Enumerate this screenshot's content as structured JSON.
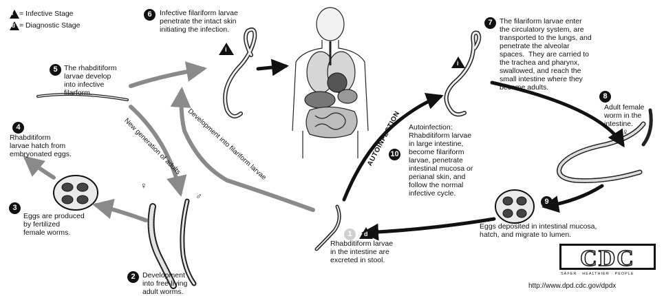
{
  "legend": {
    "infective_symbol": "i",
    "infective_label": "= Infective Stage",
    "diagnostic_symbol": "d",
    "diagnostic_label": "= Diagnostic Stage"
  },
  "steps": {
    "s1": {
      "number": "1",
      "text": "Rhabditiform larvae\nin the intestine are\nexcreted in stool."
    },
    "s2": {
      "number": "2",
      "text": "Development\ninto free-living\nadult worms."
    },
    "s3": {
      "number": "3",
      "text": "Eggs are produced\nby fertilized\nfemale worms."
    },
    "s4": {
      "number": "4",
      "text": "Rhabditiform\nlarvae hatch from\nembryonated eggs."
    },
    "s5": {
      "number": "5",
      "text": "The rhabditiform\nlarvae develop\ninto infective\nfilarform."
    },
    "s6": {
      "number": "6",
      "text": "Infective filariform larvae\npenetrate the intact skin\ninitiating the infection."
    },
    "s7": {
      "number": "7",
      "text": "The filariform larvae enter\nthe circulatory system, are\ntransported to the lungs, and\npenetrate the alveolar\nspaces.  They are carried to\nthe trachea and pharynx,\nswallowed, and reach the\nsmall intestine where they\nbecome adults."
    },
    "s8": {
      "number": "8",
      "text": "Adult female\nworm in the\nintestine."
    },
    "s9": {
      "number": "9",
      "text": "Eggs deposited in intestinal mucosa,\nhatch, and migrate to lumen."
    },
    "s10": {
      "number": "10",
      "text": "Autoinfection:\nRhabditiform larvae\nin large intestine,\nbecome filariform\nlarvae, penetrate\nintestinal mucosa or\nperianal skin, and\nfollow the normal\ninfective cycle."
    }
  },
  "arrow_labels": {
    "new_generation": "New generation of adults",
    "development_filariform": "Development into filariform larvae",
    "autoinfection": "AUTOINFECTION"
  },
  "sex_symbols": {
    "female": "♀",
    "male": "♂"
  },
  "logo": {
    "text": "CDC",
    "tagline": "SAFER · HEALTHIER · PEOPLE",
    "url": "http://www.dpd.cdc.gov/dpdx"
  }
}
